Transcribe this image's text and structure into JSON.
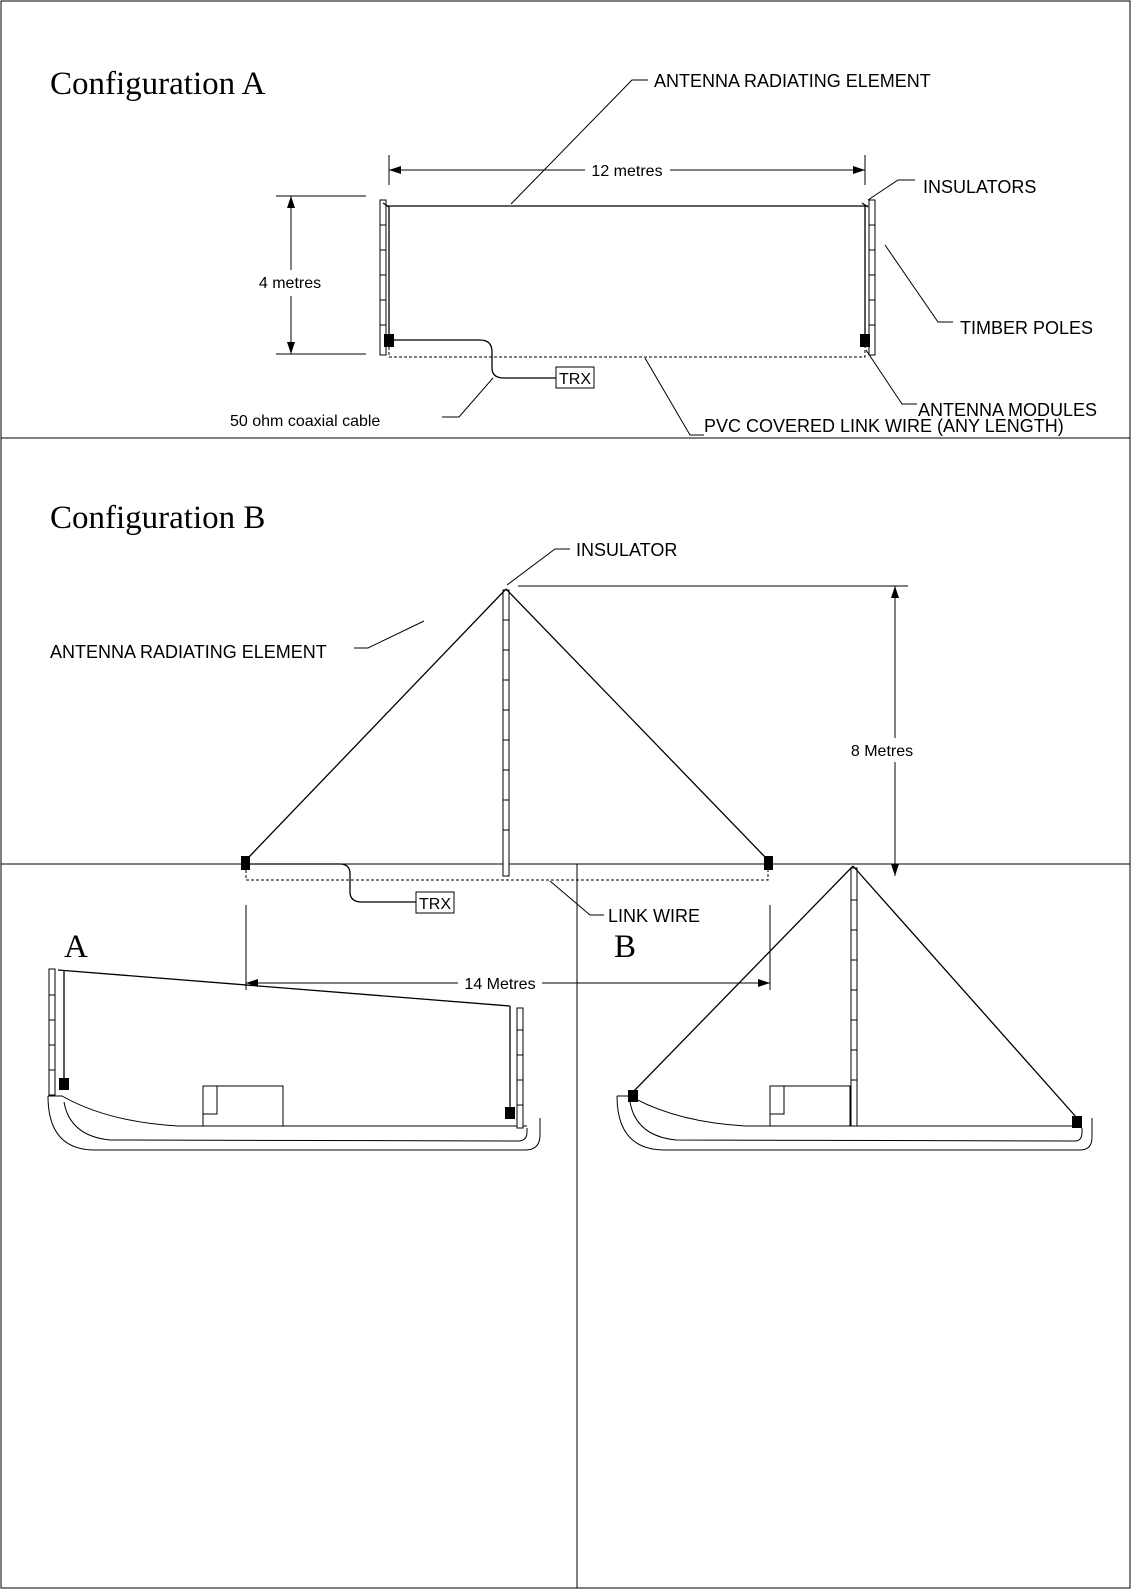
{
  "configuration_a": {
    "heading": "Configuration A",
    "antenna_radiating_element": "ANTENNA RADIATING ELEMENT",
    "width_dimension": "12 metres",
    "insulators": "INSULATORS",
    "height_dimension": "4 metres",
    "timber_poles": "TIMBER POLES",
    "trx": "TRX",
    "coaxial_cable": "50 ohm coaxial cable",
    "antenna_modules": "ANTENNA MODULES",
    "link_wire": "PVC COVERED LINK WIRE (ANY LENGTH)"
  },
  "configuration_b": {
    "heading": "Configuration B",
    "insulator": "INSULATOR",
    "antenna_radiating_element": "ANTENNA RADIATING ELEMENT",
    "height_dimension": "8 Metres",
    "trx": "TRX",
    "link_wire": "LINK WIRE",
    "width_dimension": "14 Metres"
  },
  "boat_a": {
    "heading": "A"
  },
  "boat_b": {
    "heading": "B"
  }
}
